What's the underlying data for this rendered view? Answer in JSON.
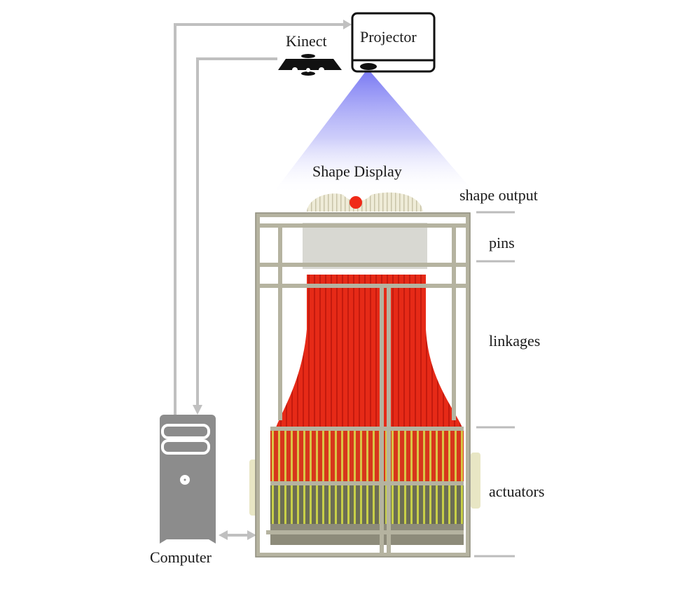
{
  "diagram": {
    "title": "Shape Display system overview",
    "nodes": {
      "projector": {
        "label": "Projector",
        "icon": "projector-icon"
      },
      "kinect": {
        "label": "Kinect",
        "icon": "kinect-sensor-icon"
      },
      "computer": {
        "label": "Computer",
        "icon": "computer-tower-icon"
      },
      "shape_display": {
        "label": "Shape Display",
        "icon": "shape-display-photo"
      }
    },
    "section_labels": [
      {
        "id": "shape-output",
        "label": "shape output"
      },
      {
        "id": "pins",
        "label": "pins"
      },
      {
        "id": "linkages",
        "label": "linkages"
      },
      {
        "id": "actuators",
        "label": "actuators"
      }
    ],
    "connections": [
      {
        "from": "computer",
        "to": "projector",
        "type": "arrow"
      },
      {
        "from": "kinect",
        "to": "computer",
        "type": "arrow"
      },
      {
        "from": "computer",
        "to": "shape_display",
        "type": "bidirectional-arrow"
      }
    ],
    "colors": {
      "connector": "#bdbdbd",
      "projection_beam": "#7b7bf5",
      "computer": "#8c8c8c",
      "linkages": "#e8201a",
      "frame": "#b9b7a4",
      "actuators": "#c9d24a",
      "ball": "#f02a18"
    }
  }
}
